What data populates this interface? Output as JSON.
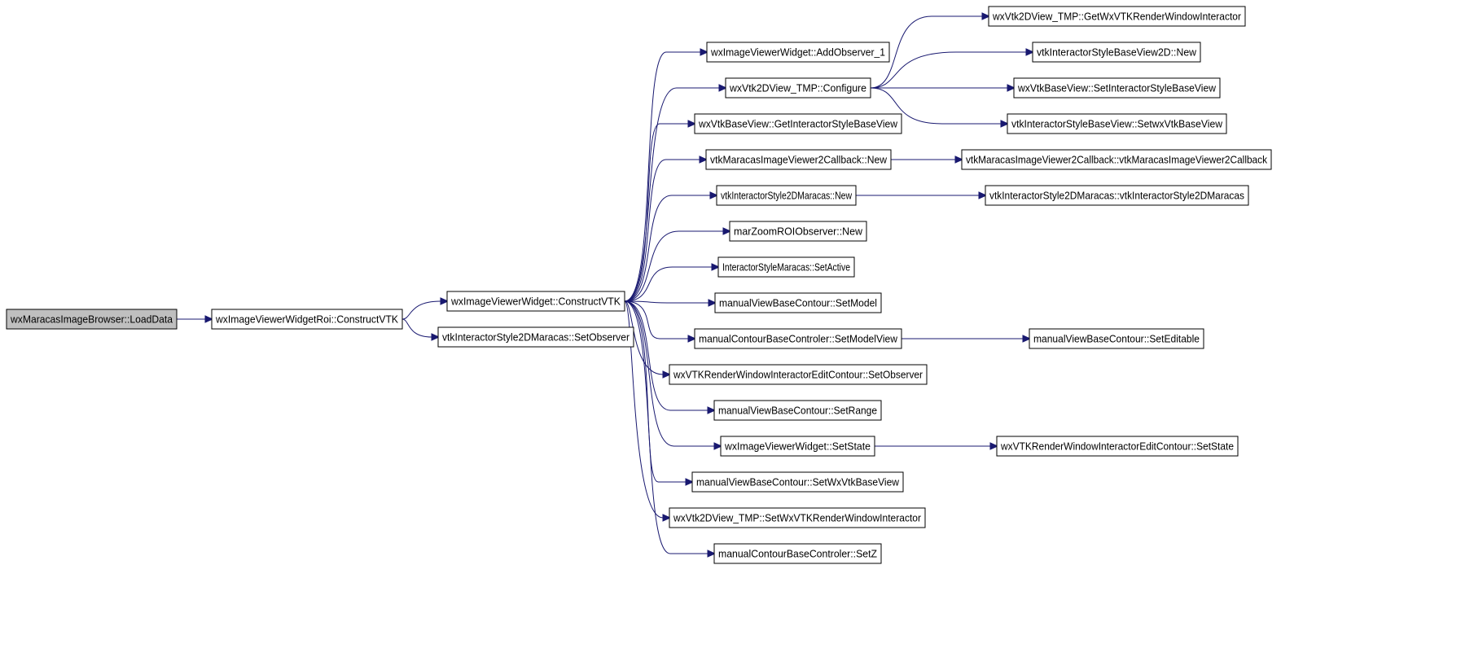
{
  "graph": {
    "nodes": [
      {
        "id": "n_load",
        "label": "wxMaracasImageBrowser::LoadData",
        "root": true
      },
      {
        "id": "n_roi",
        "label": "wxImageViewerWidgetRoi::ConstructVTK"
      },
      {
        "id": "n_cvtk",
        "label": "wxImageViewerWidget::ConstructVTK"
      },
      {
        "id": "n_setobs",
        "label": "vtkInteractorStyle2DMaracas::SetObserver"
      },
      {
        "id": "n_addobs",
        "label": "wxImageViewerWidget::AddObserver_1"
      },
      {
        "id": "n_config",
        "label": "wxVtk2DView_TMP::Configure"
      },
      {
        "id": "n_getisbv",
        "label": "wxVtkBaseView::GetInteractorStyleBaseView"
      },
      {
        "id": "n_cbnew",
        "label": "vtkMaracasImageViewer2Callback::New"
      },
      {
        "id": "n_is2dnew",
        "label": "vtkInteractorStyle2DMaracas::New"
      },
      {
        "id": "n_zoomnew",
        "label": "marZoomROIObserver::New"
      },
      {
        "id": "n_setactive",
        "label": "InteractorStyleMaracas::SetActive"
      },
      {
        "id": "n_setmodel",
        "label": "manualViewBaseContour::SetModel"
      },
      {
        "id": "n_setmodelview",
        "label": "manualContourBaseControler::SetModelView"
      },
      {
        "id": "n_rwiobs",
        "label": "wxVTKRenderWindowInteractorEditContour::SetObserver"
      },
      {
        "id": "n_setrange",
        "label": "manualViewBaseContour::SetRange"
      },
      {
        "id": "n_setstate",
        "label": "wxImageViewerWidget::SetState"
      },
      {
        "id": "n_setwxvbv",
        "label": "manualViewBaseContour::SetWxVtkBaseView"
      },
      {
        "id": "n_setwxrwi",
        "label": "wxVtk2DView_TMP::SetWxVTKRenderWindowInteractor"
      },
      {
        "id": "n_setz",
        "label": "manualContourBaseControler::SetZ"
      },
      {
        "id": "n_getwxrwi",
        "label": "wxVtk2DView_TMP::GetWxVTKRenderWindowInteractor"
      },
      {
        "id": "n_isbv2dnew",
        "label": "vtkInteractorStyleBaseView2D::New"
      },
      {
        "id": "n_setisbv",
        "label": "wxVtkBaseView::SetInteractorStyleBaseView"
      },
      {
        "id": "n_setwxvtkbv",
        "label": "vtkInteractorStyleBaseView::SetwxVtkBaseView"
      },
      {
        "id": "n_cbctor",
        "label": "vtkMaracasImageViewer2Callback::vtkMaracasImageViewer2Callback"
      },
      {
        "id": "n_is2dctor",
        "label": "vtkInteractorStyle2DMaracas::vtkInteractorStyle2DMaracas"
      },
      {
        "id": "n_seteditable",
        "label": "manualViewBaseContour::SetEditable"
      },
      {
        "id": "n_rwistate",
        "label": "wxVTKRenderWindowInteractorEditContour::SetState"
      }
    ],
    "edges": [
      [
        "n_load",
        "n_roi"
      ],
      [
        "n_roi",
        "n_cvtk"
      ],
      [
        "n_roi",
        "n_setobs"
      ],
      [
        "n_cvtk",
        "n_addobs"
      ],
      [
        "n_cvtk",
        "n_config"
      ],
      [
        "n_cvtk",
        "n_getisbv"
      ],
      [
        "n_cvtk",
        "n_cbnew"
      ],
      [
        "n_cvtk",
        "n_is2dnew"
      ],
      [
        "n_cvtk",
        "n_zoomnew"
      ],
      [
        "n_cvtk",
        "n_setactive"
      ],
      [
        "n_cvtk",
        "n_setmodel"
      ],
      [
        "n_cvtk",
        "n_setmodelview"
      ],
      [
        "n_cvtk",
        "n_rwiobs"
      ],
      [
        "n_cvtk",
        "n_setrange"
      ],
      [
        "n_cvtk",
        "n_setstate"
      ],
      [
        "n_cvtk",
        "n_setwxvbv"
      ],
      [
        "n_cvtk",
        "n_setwxrwi"
      ],
      [
        "n_cvtk",
        "n_setz"
      ],
      [
        "n_config",
        "n_getwxrwi"
      ],
      [
        "n_config",
        "n_isbv2dnew"
      ],
      [
        "n_config",
        "n_setisbv"
      ],
      [
        "n_config",
        "n_setwxvtkbv"
      ],
      [
        "n_cbnew",
        "n_cbctor"
      ],
      [
        "n_is2dnew",
        "n_is2dctor"
      ],
      [
        "n_setmodelview",
        "n_seteditable"
      ],
      [
        "n_setstate",
        "n_rwistate"
      ]
    ]
  }
}
